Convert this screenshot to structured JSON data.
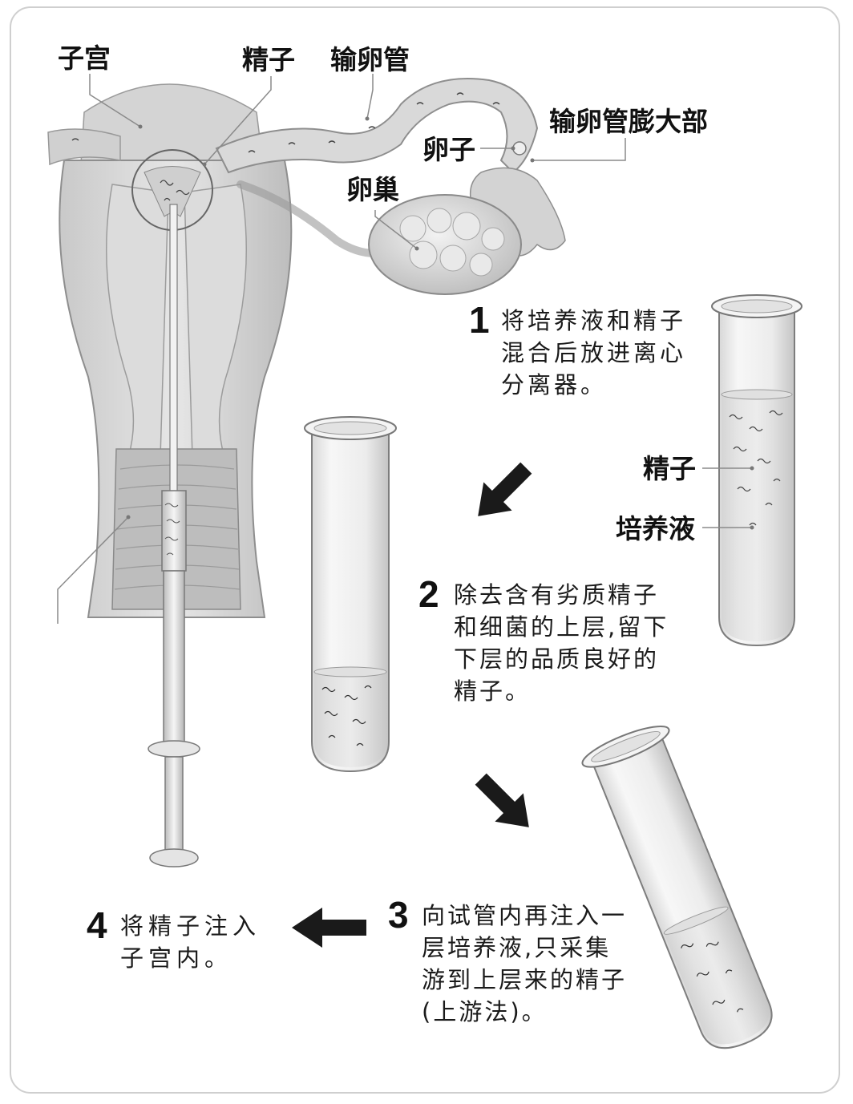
{
  "labels": {
    "uterus": "子宫",
    "sperm_top": "精子",
    "oviduct": "输卵管",
    "ampulla": "输卵管膨大部",
    "egg": "卵子",
    "ovary": "卵巢",
    "sperm_tube": "精子",
    "culture_medium": "培养液"
  },
  "steps": [
    {
      "number": "1",
      "lines": [
        "将培养液和精子",
        "混合后放进离心",
        "分离器。"
      ]
    },
    {
      "number": "2",
      "lines": [
        "除去含有劣质精子",
        "和细菌的上层,留下",
        "下层的品质良好的",
        "精子。"
      ]
    },
    {
      "number": "3",
      "lines": [
        "向试管内再注入一",
        "层培养液,只采集",
        "游到上层来的精子",
        "(上游法)。"
      ]
    },
    {
      "number": "4",
      "lines": [
        "将精子注入",
        "子宫内。"
      ]
    }
  ]
}
